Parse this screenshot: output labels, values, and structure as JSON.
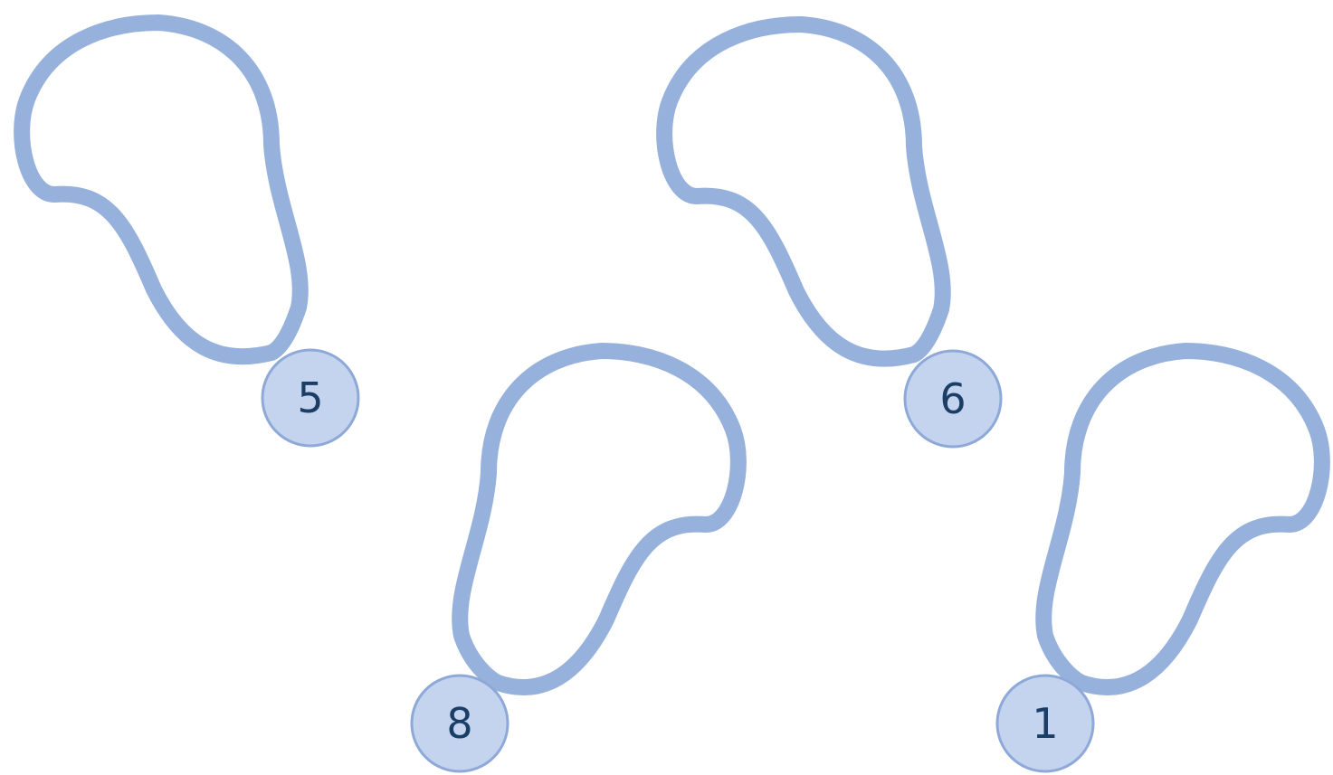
{
  "colors": {
    "loop": "#97b1dd",
    "loop_dark": "#86a2d3",
    "badge_fill": "#c4d3ee",
    "badge_stroke": "#8ea9d8",
    "number": "#1b3e66",
    "background": "#ffffff"
  },
  "balloons": [
    {
      "id": "balloon-1",
      "number": "5"
    },
    {
      "id": "balloon-2",
      "number": "6"
    },
    {
      "id": "balloon-3",
      "number": "8"
    },
    {
      "id": "balloon-4",
      "number": "1"
    }
  ]
}
